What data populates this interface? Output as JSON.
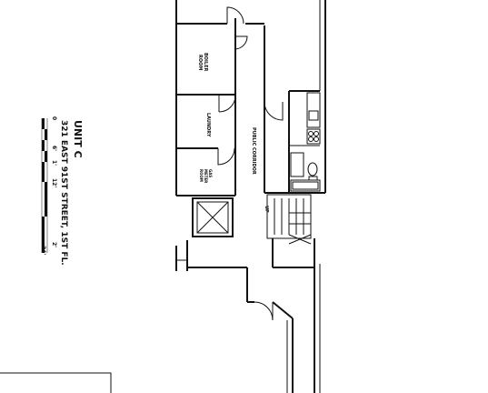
{
  "title": {
    "unit": "UNIT C",
    "address": "321 EAST 91ST STREET, 1ST FL."
  },
  "scale": {
    "ticks": [
      "0",
      "6'",
      "1'",
      "12'",
      "2'",
      "24'"
    ]
  },
  "rooms": {
    "boiler": [
      "BOILER",
      "ROOM"
    ],
    "laundry": "LAUNDRY",
    "corridor": "PUBLIC CORRIDOR",
    "gas_meter": [
      "GAS",
      "METER",
      "ROOM"
    ],
    "up": "UP"
  }
}
